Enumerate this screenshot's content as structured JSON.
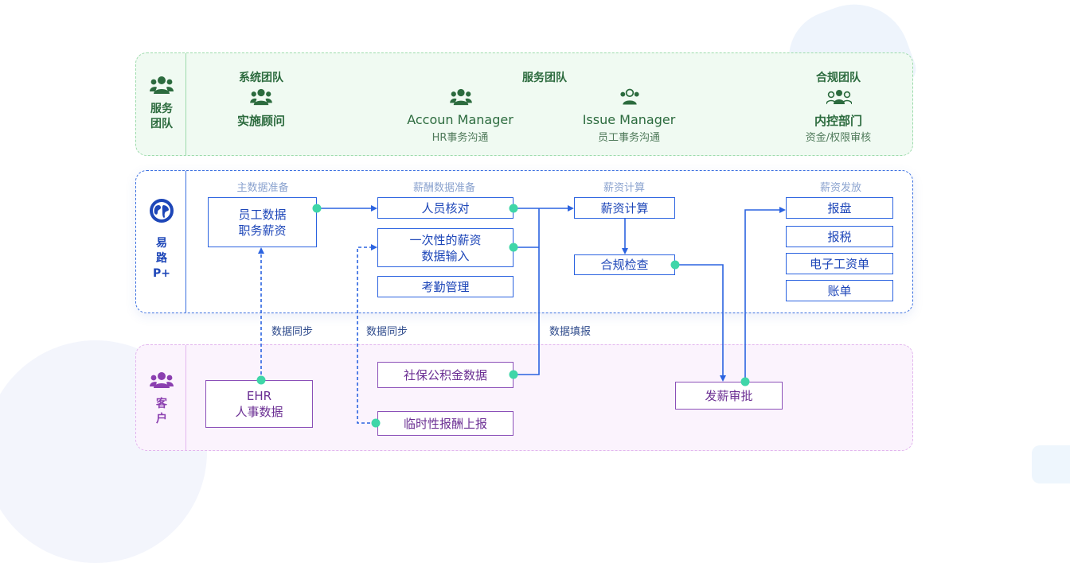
{
  "service_band": {
    "label": "服务\n团队",
    "teams": {
      "system": {
        "title": "系统团队",
        "name": "实施顾问",
        "icon": "team-icon"
      },
      "service": {
        "title": "服务团队",
        "members": [
          {
            "name": "Accoun Manager",
            "sub": "HR事务沟通",
            "icon": "team-icon"
          },
          {
            "name": "Issue Manager",
            "sub": "员工事务沟通",
            "icon": "team-icon"
          }
        ]
      },
      "compliance": {
        "title": "合规团队",
        "name": "内控部门",
        "sub": "资金/权限审核",
        "icon": "team-icon"
      }
    }
  },
  "platform_band": {
    "label": "易\n路\nP+",
    "stages": [
      "主数据准备",
      "薪酬数据准备",
      "薪资计算",
      "薪资发放"
    ],
    "boxes": {
      "master_data": "员工数据\n职务薪资",
      "staff_check": "人员核对",
      "one_time_salary": "一次性的薪资\n数据输入",
      "attendance": "考勤管理",
      "salary_calc": "薪资计算",
      "compliance_check": "合规检查",
      "report": "报盘",
      "tax": "报税",
      "payslip": "电子工资单",
      "bill": "账单"
    }
  },
  "customer_band": {
    "label": "客\n户",
    "boxes": {
      "ehr": "EHR\n人事数据",
      "social_security": "社保公积金数据",
      "temp_report": "临时性报酬上报",
      "payroll_approval": "发薪审批"
    }
  },
  "flow_labels": [
    "数据同步",
    "数据同步",
    "数据填报"
  ],
  "colors": {
    "service_green": "#2c6b3e",
    "platform_blue": "#2b63e0",
    "customer_purple": "#8b4fb8",
    "connector_dot": "#3fd6a8"
  }
}
